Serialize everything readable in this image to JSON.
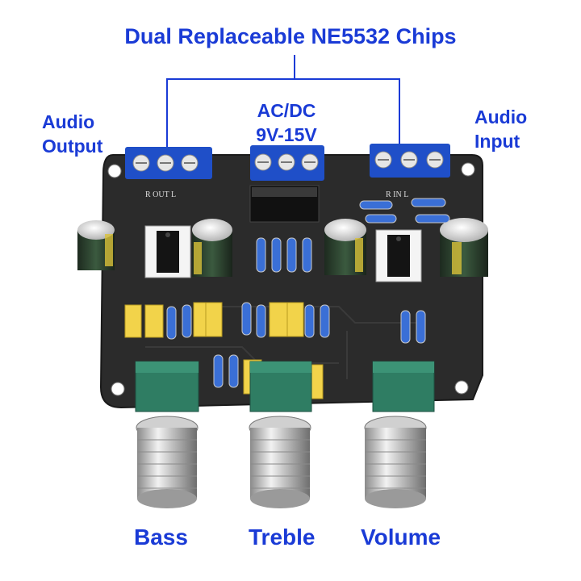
{
  "title": "Dual Replaceable NE5532 Chips",
  "labels": {
    "audio_output": [
      "Audio",
      "Output"
    ],
    "acdc": [
      "AC/DC",
      "9V-15V"
    ],
    "audio_input": [
      "Audio",
      "Input"
    ]
  },
  "silkscreen": {
    "output_pins": "R OUT L",
    "input_pins": "R IN L"
  },
  "knobs": [
    "Bass",
    "Treble",
    "Volume"
  ],
  "colors": {
    "label_blue": "#1a3bd6",
    "pcb": "#2b2b2b",
    "terminal_blue": "#1f4fc8",
    "knob_green": "#2f7d63",
    "capacitor_yellow": "#f2d34a"
  }
}
